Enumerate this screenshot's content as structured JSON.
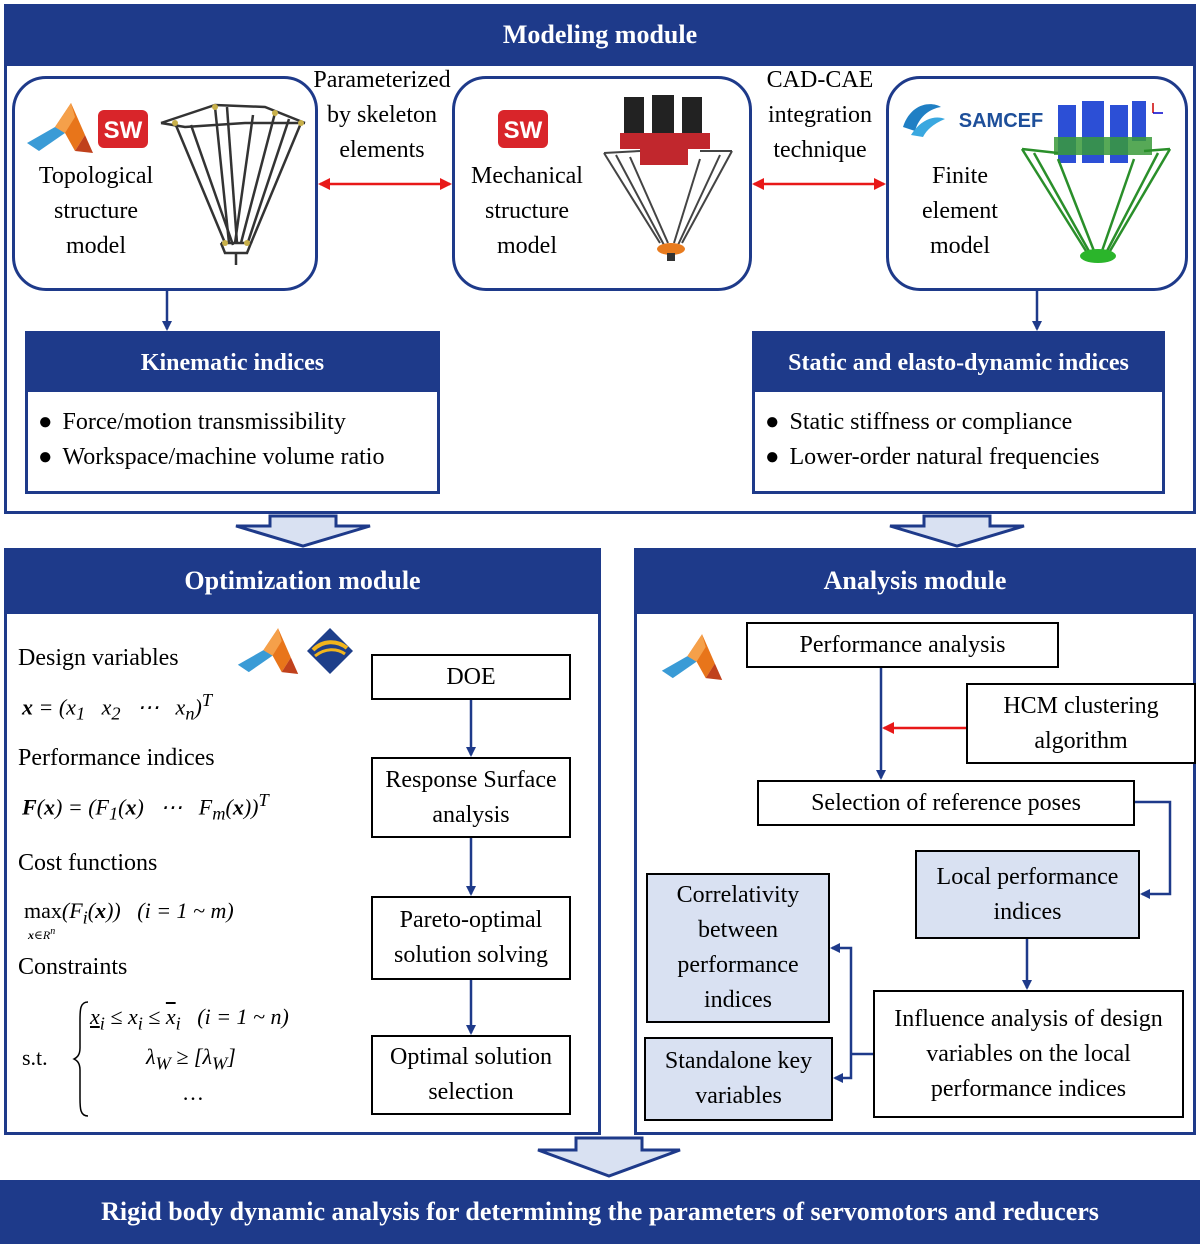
{
  "modeling": {
    "title": "Modeling module",
    "topo_label": "Topological structure model",
    "mech_label": "Mechanical structure model",
    "fe_label": "Finite element model",
    "link1_label": "Parameterized by skeleton elements",
    "link2_label": "CAD-CAE integration technique",
    "samcef_logo": "SAMCEF",
    "kinematic": {
      "title": "Kinematic indices",
      "items": [
        "Force/motion transmissibility",
        "Workspace/machine volume ratio"
      ]
    },
    "static": {
      "title": "Static and elasto-dynamic indices",
      "items": [
        "Static stiffness or compliance",
        "Lower-order natural frequencies"
      ]
    }
  },
  "optimization": {
    "title": "Optimization module",
    "design_variables": "Design variables",
    "performance_indices": "Performance indices",
    "cost_functions": "Cost functions",
    "constraints": "Constraints",
    "st_label": "s.t.",
    "flow": [
      "DOE",
      "Response Surface analysis",
      "Pareto-optimal solution solving",
      "Optimal solution selection"
    ]
  },
  "analysis": {
    "title": "Analysis module",
    "performance_analysis": "Performance analysis",
    "hcm": "HCM clustering algorithm",
    "selection": "Selection of reference poses",
    "local": "Local performance indices",
    "correlativity": "Correlativity between performance indices",
    "standalone": "Standalone key variables",
    "influence": "Influence analysis of design variables on the local performance indices"
  },
  "footer": {
    "text": "Rigid body dynamic analysis for determining the parameters of servomotors and reducers"
  },
  "colors": {
    "navy": "#1e3a8a",
    "light_blue_box": "#d9e1f2",
    "red_arrow": "#e81818"
  }
}
